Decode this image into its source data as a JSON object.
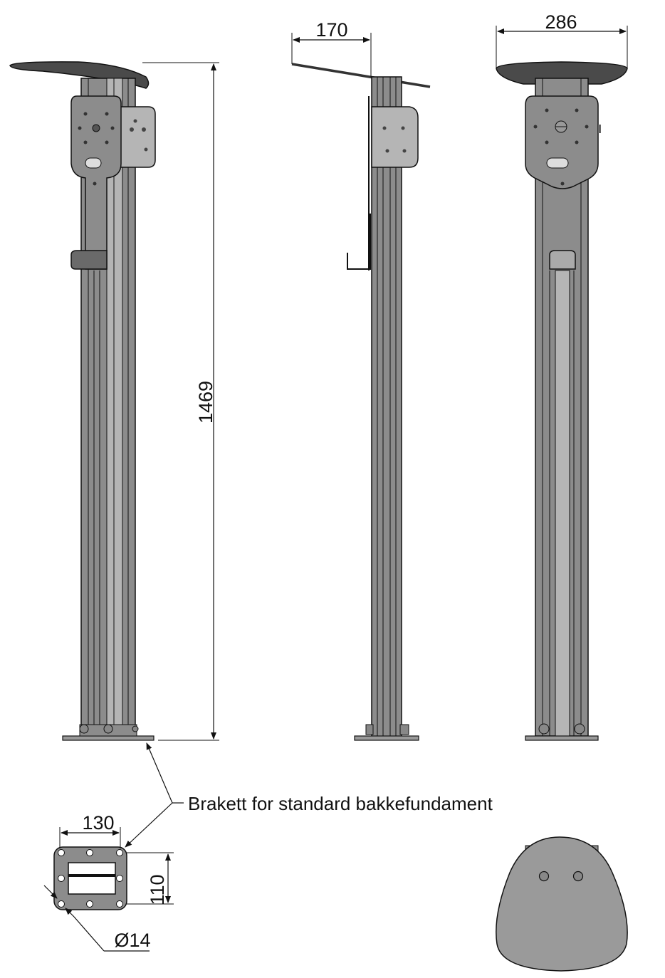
{
  "dimensions": {
    "top_width": "170",
    "roof_width": "286",
    "height": "1469",
    "bracket_width": "130",
    "bracket_height": "110",
    "hole_diameter": "Ø14"
  },
  "callout": {
    "text": "Brakett for standard bakkefundament"
  },
  "colors": {
    "line": "#111111",
    "dark_steel": "#4a4a4a",
    "steel": "#8c8c8c",
    "light_steel": "#b5b5b5",
    "plate": "#9a9a9a"
  }
}
